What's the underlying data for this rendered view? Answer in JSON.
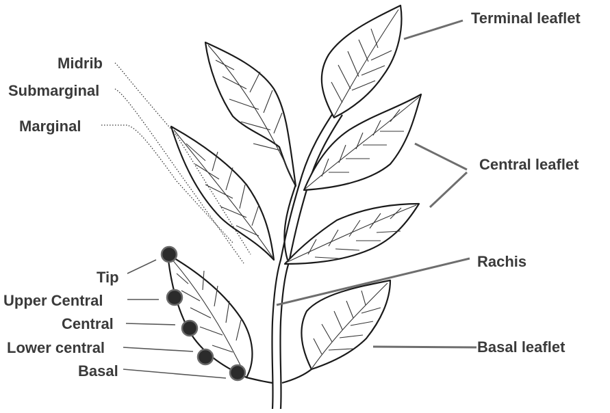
{
  "labels": {
    "terminal_leaflet": "Terminal leaflet",
    "central_leaflet": "Central leaflet",
    "rachis": "Rachis",
    "basal_leaflet": "Basal leaflet",
    "midrib": "Midrib",
    "submarginal": "Submarginal",
    "marginal": "Marginal",
    "tip": "Tip",
    "upper_central": "Upper Central",
    "central": "Central",
    "lower_central": "Lower central",
    "basal": "Basal"
  }
}
